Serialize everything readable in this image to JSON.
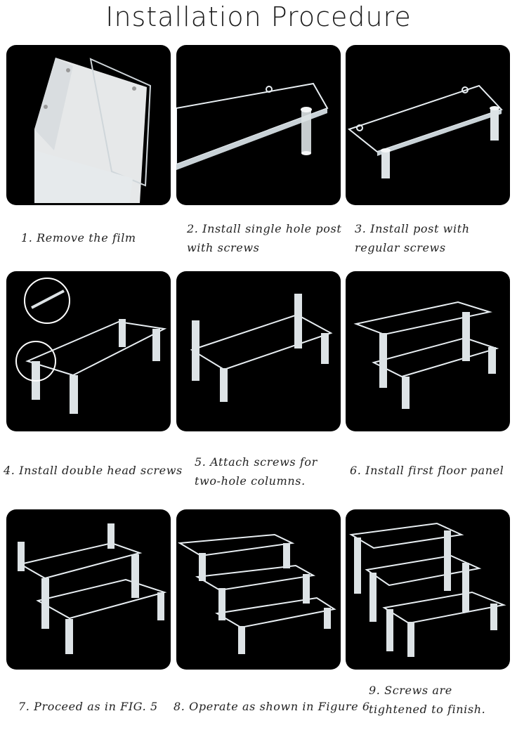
{
  "title": "Installation Procedure",
  "steps": [
    {
      "line1": "1. Remove the film",
      "line2": ""
    },
    {
      "line1": "2. Install single hole post",
      "line2": "with screws"
    },
    {
      "line1": "3. Install post with",
      "line2": "regular screws"
    },
    {
      "line1": "4. Install double head screws",
      "line2": ""
    },
    {
      "line1": "5. Attach screws for",
      "line2": "two-hole columns."
    },
    {
      "line1": "6. Install first floor panel",
      "line2": ""
    },
    {
      "line1": "7. Proceed as in FIG. 5",
      "line2": ""
    },
    {
      "line1": "8. Operate as shown in Figure 6",
      "line2": ""
    },
    {
      "line1": "9. Screws are",
      "line2": "tightened to finish."
    }
  ],
  "colors": {
    "panel_bg": "#000000",
    "acrylic": "#e8eef2",
    "background": "#ffffff"
  }
}
